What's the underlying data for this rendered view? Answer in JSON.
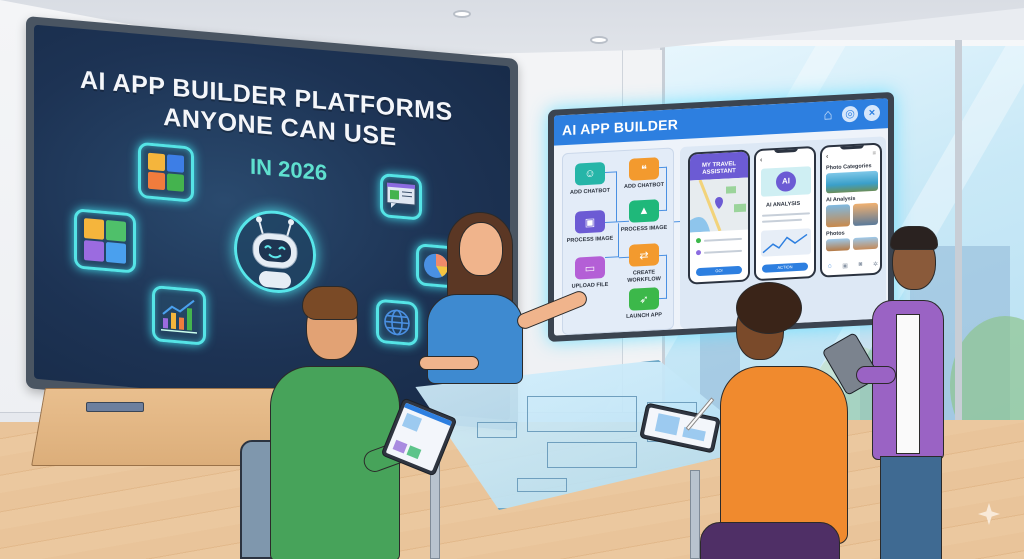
{
  "wall_screen": {
    "title_line1": "AI APP BUILDER PLATFORMS",
    "title_line2": "ANYONE CAN USE",
    "subtitle": "IN 2026",
    "icons": [
      {
        "name": "puzzle-icon",
        "label": "puzzle pieces"
      },
      {
        "name": "puzzle-large-icon",
        "label": "puzzle pieces"
      },
      {
        "name": "bar-chart-icon",
        "label": "growth chart"
      },
      {
        "name": "robot-icon",
        "label": "AI robot"
      },
      {
        "name": "chat-window-icon",
        "label": "chat window"
      },
      {
        "name": "pie-chart-icon",
        "label": "pie chart"
      },
      {
        "name": "globe-icon",
        "label": "globe"
      }
    ]
  },
  "app_builder": {
    "title": "AI APP BUILDER",
    "window_controls": [
      "home",
      "settings",
      "close"
    ],
    "workflow": {
      "left_column": [
        {
          "label": "ADD CHATBOT",
          "color": "#26b5a8",
          "icon": "chat-icon"
        },
        {
          "label": "PROCESS IMAGE",
          "color": "#6c5bd4",
          "icon": "image-icon"
        },
        {
          "label": "UPLOAD FILE",
          "color": "#b45fd6",
          "icon": "folder-icon"
        }
      ],
      "right_column": [
        {
          "label": "ADD CHATBOT",
          "color": "#f39a2e",
          "icon": "chat-bubbles-icon"
        },
        {
          "label": "PROCESS IMAGE",
          "color": "#1fb87a",
          "icon": "image-icon"
        },
        {
          "label": "CREATE WORKFLOW",
          "color": "#f39a2e",
          "icon": "swap-arrows-icon"
        },
        {
          "label": "LAUNCH APP",
          "color": "#3cb84a",
          "icon": "rocket-icon"
        }
      ]
    },
    "phones": [
      {
        "header": "MY TRAVEL ASSISTANT",
        "button": "GO!"
      },
      {
        "badge": "AI",
        "heading": "AI ANALYSIS",
        "button": "ACTION"
      },
      {
        "sections": [
          "Photo Categories",
          "AI Analysis",
          "Photos"
        ],
        "tabbar": [
          "home",
          "gallery",
          "camera",
          "settings"
        ]
      }
    ]
  },
  "colors": {
    "screen_bg": "#1d3354",
    "glow": "#55e4e6",
    "accent_blue": "#2d7fe0",
    "year_teal": "#5fe0cf"
  }
}
